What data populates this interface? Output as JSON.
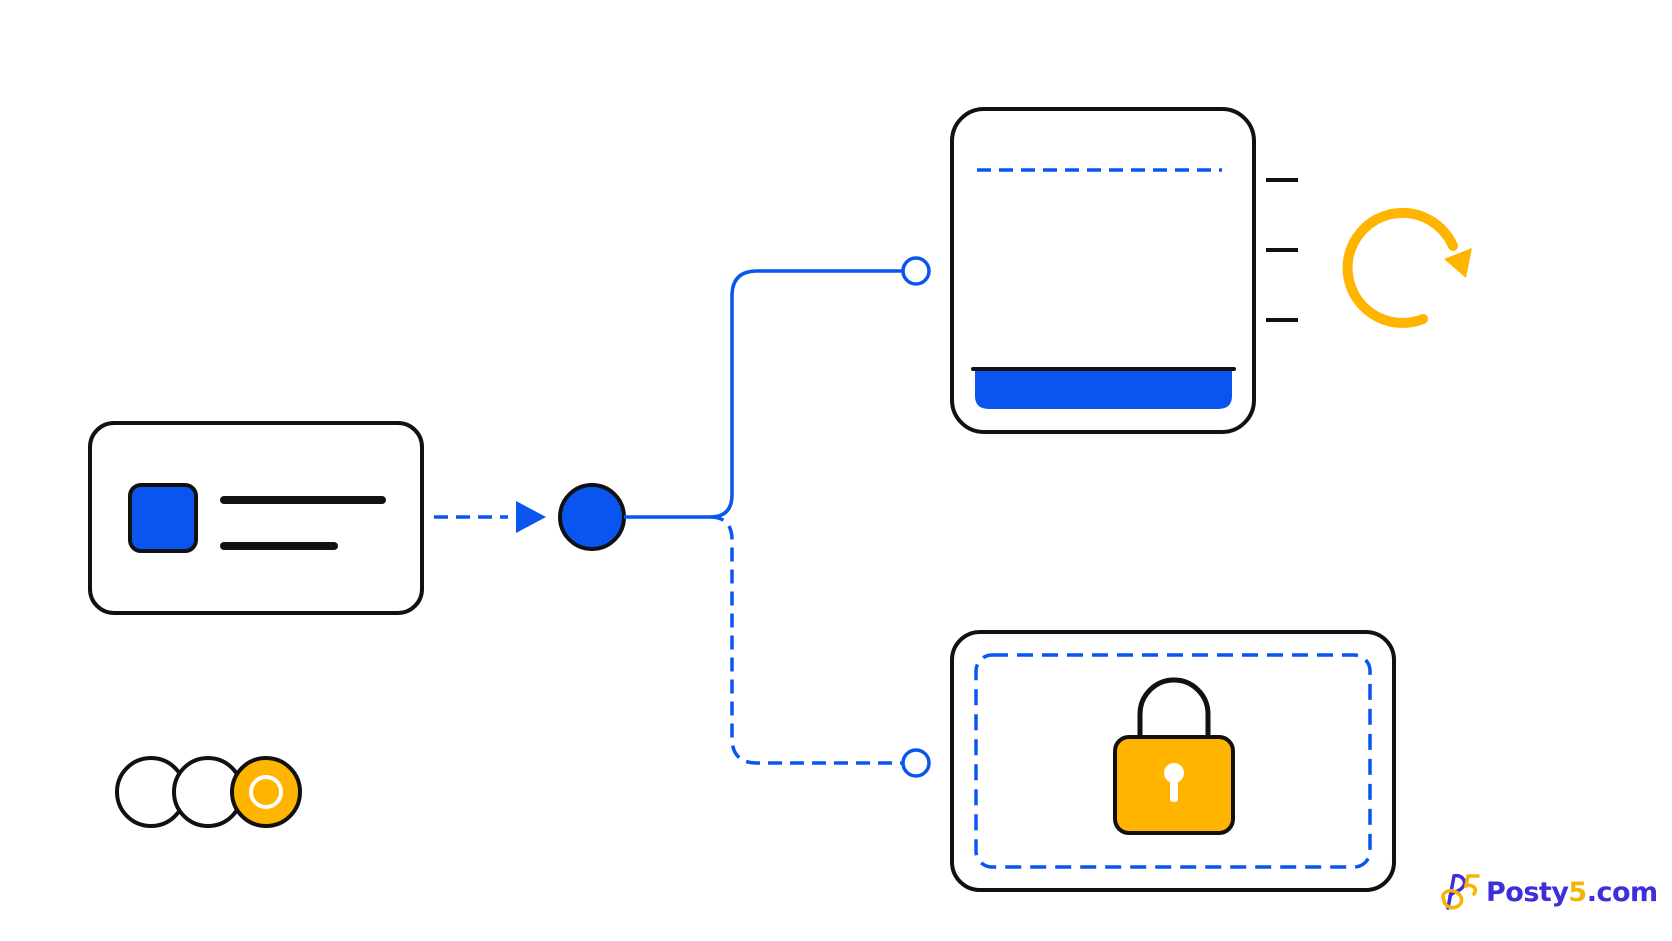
{
  "colors": {
    "background": "#ffffff",
    "stroke": "#111111",
    "accent_blue": "#0a55f0",
    "accent_yellow": "#ffb400",
    "brand_purple": "#3f2fd8",
    "brand_yellow": "#f5b400"
  },
  "icons": {
    "source_card": "id-card-icon",
    "junction": "node-dot-icon",
    "server": "server-panel-icon",
    "refresh": "refresh-arrow-icon",
    "vault": "padlock-icon",
    "toggle_dots": "progress-dots-icon"
  },
  "watermark": {
    "brand": "Posty",
    "digit": "5",
    "tld": ".com"
  }
}
